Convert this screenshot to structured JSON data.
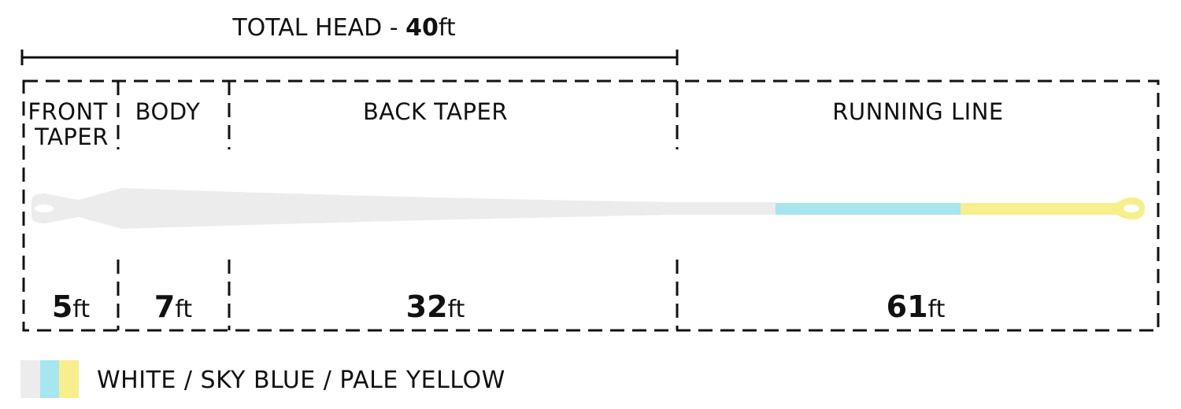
{
  "header": {
    "title_prefix": "TOTAL HEAD - ",
    "title_value": "40",
    "title_unit": "ft"
  },
  "sections": [
    {
      "label_lines": [
        "FRONT",
        "TAPER"
      ],
      "length_value": "5",
      "length_unit": "ft"
    },
    {
      "label_lines": [
        "BODY"
      ],
      "length_value": "7",
      "length_unit": "ft"
    },
    {
      "label_lines": [
        "BACK TAPER"
      ],
      "length_value": "32",
      "length_unit": "ft"
    },
    {
      "label_lines": [
        "RUNNING LINE"
      ],
      "length_value": "61",
      "length_unit": "ft"
    }
  ],
  "legend": {
    "text": "WHITE / SKY BLUE / PALE YELLOW",
    "swatches": [
      "#ececec",
      "#a6e6ee",
      "#f6ef8c"
    ]
  },
  "colors": {
    "line_white": "#ececec",
    "line_sky_blue": "#a6e6ee",
    "line_pale_yellow": "#f6ef8c",
    "ink": "#111111"
  }
}
